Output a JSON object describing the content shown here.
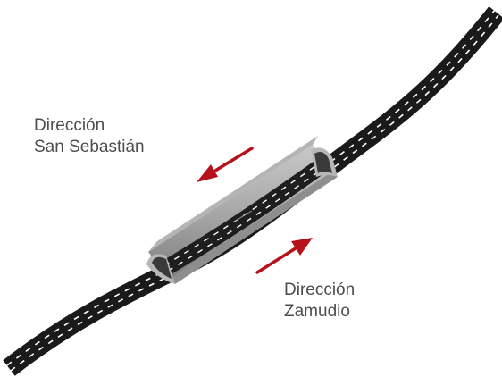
{
  "labels": {
    "san_sebastian": {
      "line1": "Dirección",
      "line2": "San Sebastián"
    },
    "zamudio": {
      "line1": "Dirección",
      "line2": "Zamudio"
    }
  },
  "colors": {
    "road_asphalt": "#1a1a1a",
    "road_edge": "#ffffff",
    "lane_markings": "#ffffff",
    "tunnel_structure": "#a9a9a9",
    "arrows": "#b5121b",
    "text": "#4d4d4d"
  }
}
